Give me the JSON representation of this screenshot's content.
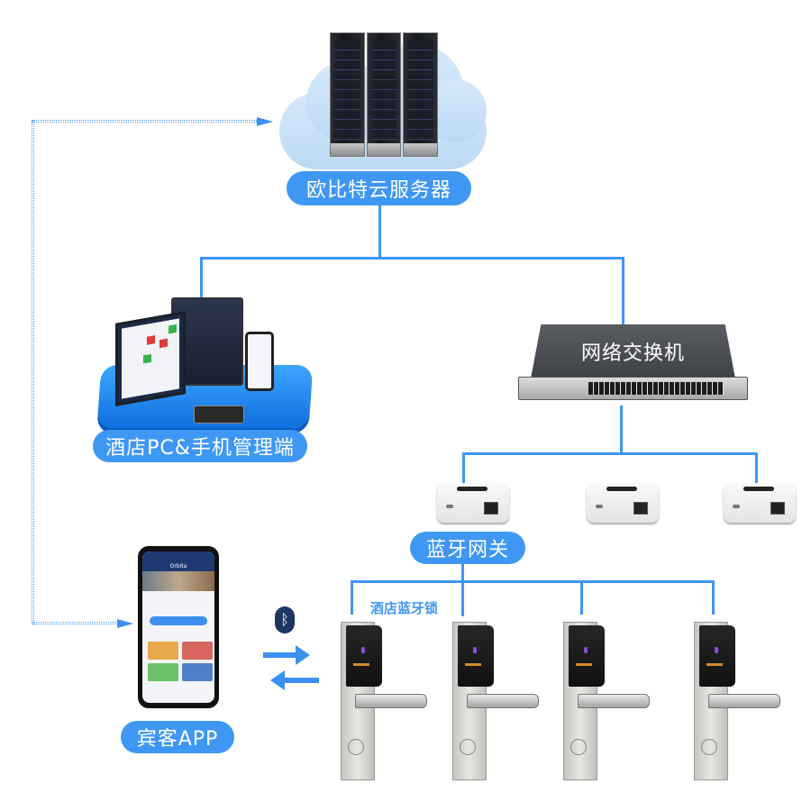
{
  "title": "Hotel Bluetooth lock system topology",
  "nodes": {
    "cloud_server": {
      "label": "欧比特云服务器",
      "icon": "server-rack-icon"
    },
    "network_switch": {
      "label": "网络交换机",
      "icon": "network-switch-icon"
    },
    "pc_mobile_admin": {
      "label": "酒店PC&手机管理端",
      "icon": "pc-mobile-admin-icon"
    },
    "bluetooth_gateway": {
      "label": "蓝牙网关",
      "count": 3,
      "icon": "gateway-icon"
    },
    "hotel_bluetooth_lock": {
      "label": "酒店蓝牙锁",
      "count": 4,
      "icon": "door-lock-icon"
    },
    "guest_app": {
      "label": "宾客APP",
      "icon": "smartphone-icon",
      "screen_title": "Orbita"
    }
  },
  "connections": [
    {
      "from": "cloud_server",
      "to": "pc_mobile_admin",
      "style": "solid"
    },
    {
      "from": "cloud_server",
      "to": "network_switch",
      "style": "solid"
    },
    {
      "from": "network_switch",
      "to": "bluetooth_gateway",
      "style": "solid"
    },
    {
      "from": "bluetooth_gateway",
      "to": "hotel_bluetooth_lock",
      "style": "solid"
    },
    {
      "from": "guest_app",
      "to": "cloud_server",
      "style": "dotted",
      "direction": "bidirectional"
    },
    {
      "from": "guest_app",
      "to": "hotel_bluetooth_lock",
      "style": "bluetooth",
      "direction": "bidirectional"
    }
  ],
  "colors": {
    "accent": "#3f97f4",
    "line": "#3d97f5",
    "bluetooth": "#1c3764"
  },
  "bluetooth_glyph": "ᛒ"
}
